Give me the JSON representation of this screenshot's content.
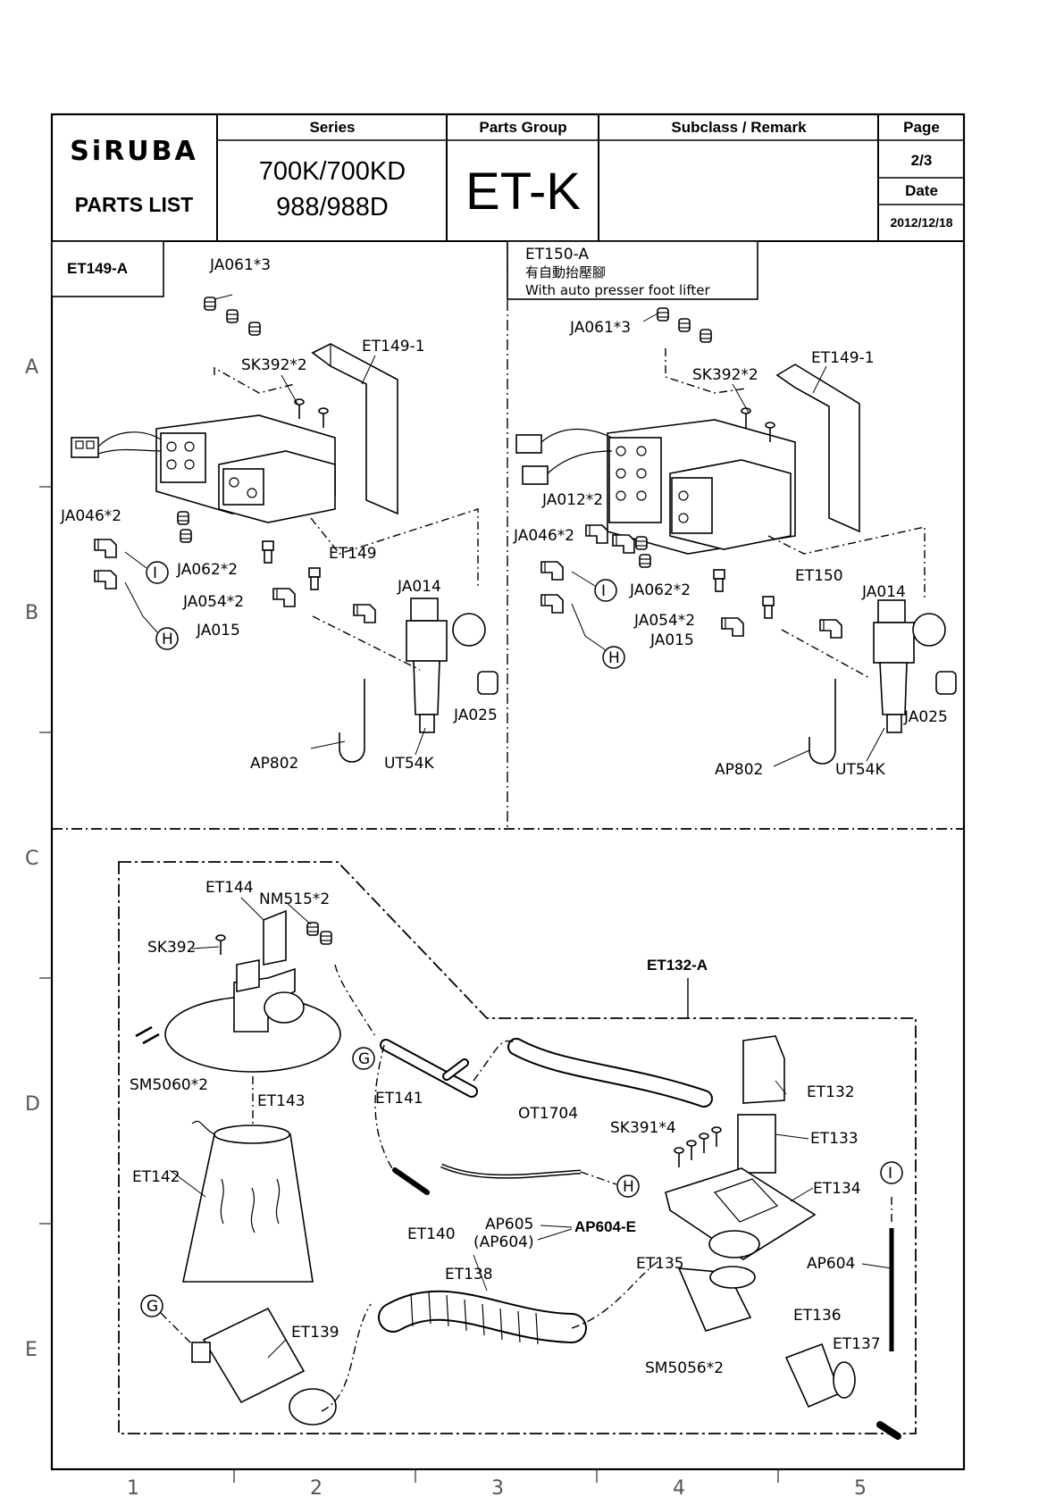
{
  "header": {
    "brand": "SiRUBA",
    "doc_type": "PARTS LIST",
    "series_label": "Series",
    "series_lines": [
      "700K/700KD",
      "988/988D"
    ],
    "parts_group_label": "Parts Group",
    "parts_group": "ET-K",
    "subclass_label": "Subclass / Remark",
    "subclass_value": "",
    "page_label": "Page",
    "page_value": "2/3",
    "date_label": "Date",
    "date_value": "2012/12/18"
  },
  "grid": {
    "rows": [
      "A",
      "B",
      "C",
      "D",
      "E"
    ],
    "cols": [
      "1",
      "2",
      "3",
      "4",
      "5"
    ]
  },
  "panel_a": {
    "title": "ET149-A",
    "labels": [
      "JA061*3",
      "SK392*2",
      "ET149-1",
      "JA046*2",
      "JA062*2",
      "ET149",
      "JA054*2",
      "JA015",
      "JA014",
      "JA025",
      "AP802",
      "UT54K"
    ],
    "callouts": [
      "I",
      "H"
    ]
  },
  "panel_b": {
    "title": "ET150-A",
    "title_cn": "有自動抬壓腳",
    "title_en": "With auto presser foot lifter",
    "labels": [
      "JA061*3",
      "SK392*2",
      "ET149-1",
      "JA012*2",
      "JA046*2",
      "JA062*2",
      "ET150",
      "JA014",
      "JA054*2",
      "JA015",
      "JA025",
      "AP802",
      "UT54K"
    ],
    "callouts": [
      "I",
      "H"
    ]
  },
  "panel_c": {
    "title": "ET132-A",
    "labels": [
      "ET144",
      "NM515*2",
      "SK392",
      "SM5060*2",
      "ET143",
      "ET141",
      "OT1704",
      "ET132",
      "SK391*4",
      "ET133",
      "ET142",
      "ET140",
      "AP605",
      "(AP604)",
      "ET134",
      "ET138",
      "ET135",
      "AP604",
      "ET139",
      "ET136",
      "ET137",
      "SM5056*2"
    ],
    "kit_label": "AP604-E",
    "callouts": [
      "G",
      "H",
      "I",
      "G"
    ]
  }
}
